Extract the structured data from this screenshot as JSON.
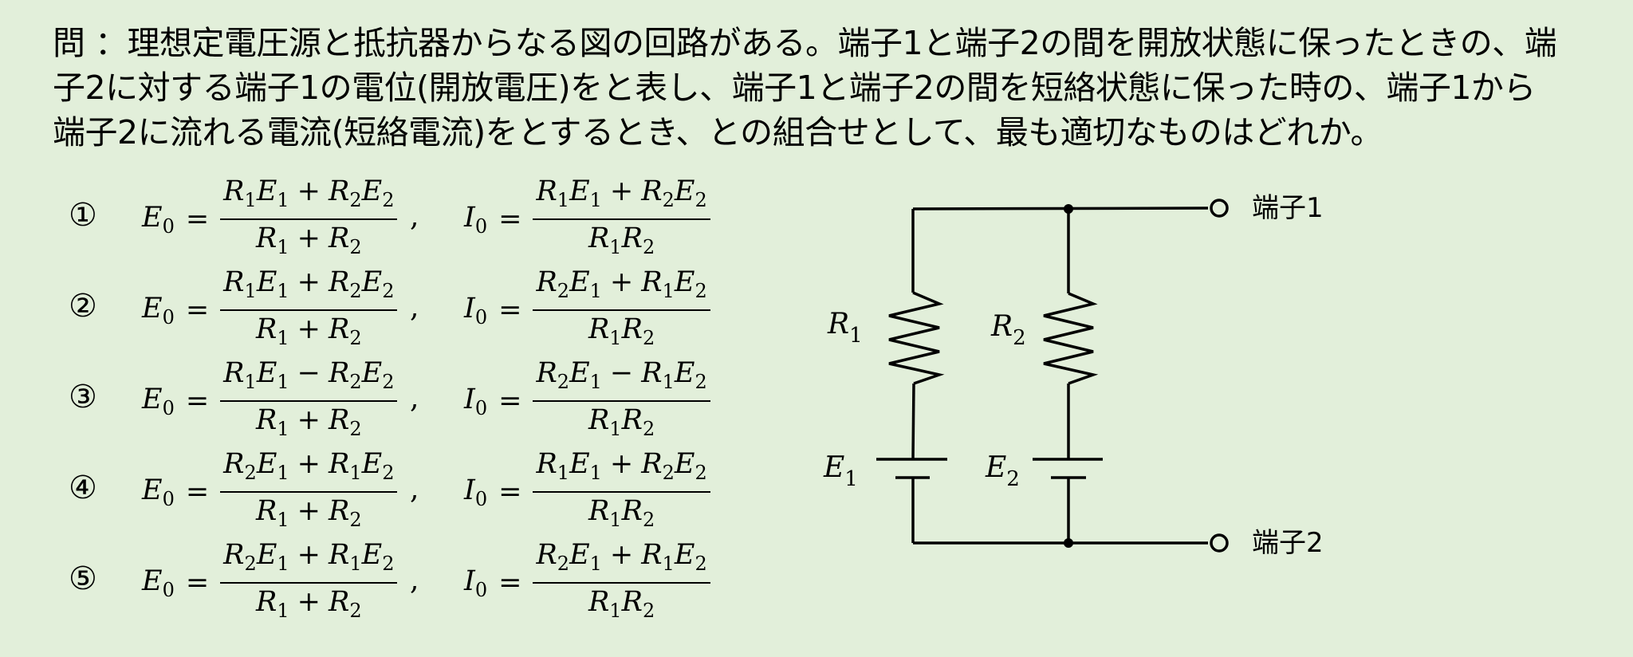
{
  "question": {
    "lines": [
      "問 ：理想定電圧源と抵抗器からなる図の回路がある。端子1と端子2の間を開放状態に保ったときの、端",
      "子2に対する端子1の電位(開放電圧)をと表し、端子1と端子2の間を短絡状態に保った時の、端子1から",
      "端子2に流れる電流(短絡電流)をとするとき、との組合せとして、最も適切なものはどれか。"
    ]
  },
  "options": [
    {
      "number": "①",
      "e0_num": [
        "R",
        "1",
        "E",
        "1",
        "+",
        "R",
        "2",
        "E",
        "2"
      ],
      "e0_den": [
        "R",
        "1",
        "+",
        "R",
        "2"
      ],
      "i0_num": [
        "R",
        "1",
        "E",
        "1",
        "+",
        "R",
        "2",
        "E",
        "2"
      ],
      "i0_den": [
        "R",
        "1",
        "R",
        "2"
      ]
    },
    {
      "number": "②",
      "e0_num": [
        "R",
        "1",
        "E",
        "1",
        "+",
        "R",
        "2",
        "E",
        "2"
      ],
      "e0_den": [
        "R",
        "1",
        "+",
        "R",
        "2"
      ],
      "i0_num": [
        "R",
        "2",
        "E",
        "1",
        "+",
        "R",
        "1",
        "E",
        "2"
      ],
      "i0_den": [
        "R",
        "1",
        "R",
        "2"
      ]
    },
    {
      "number": "③",
      "e0_num": [
        "R",
        "1",
        "E",
        "1",
        "−",
        "R",
        "2",
        "E",
        "2"
      ],
      "e0_den": [
        "R",
        "1",
        "+",
        "R",
        "2"
      ],
      "i0_num": [
        "R",
        "2",
        "E",
        "1",
        "−",
        "R",
        "1",
        "E",
        "2"
      ],
      "i0_den": [
        "R",
        "1",
        "R",
        "2"
      ]
    },
    {
      "number": "④",
      "e0_num": [
        "R",
        "2",
        "E",
        "1",
        "+",
        "R",
        "1",
        "E",
        "2"
      ],
      "e0_den": [
        "R",
        "1",
        "+",
        "R",
        "2"
      ],
      "i0_num": [
        "R",
        "1",
        "E",
        "1",
        "+",
        "R",
        "2",
        "E",
        "2"
      ],
      "i0_den": [
        "R",
        "1",
        "R",
        "2"
      ]
    },
    {
      "number": "⑤",
      "e0_num": [
        "R",
        "2",
        "E",
        "1",
        "+",
        "R",
        "1",
        "E",
        "2"
      ],
      "e0_den": [
        "R",
        "1",
        "+",
        "R",
        "2"
      ],
      "i0_num": [
        "R",
        "2",
        "E",
        "1",
        "+",
        "R",
        "1",
        "E",
        "2"
      ],
      "i0_den": [
        "R",
        "1",
        "R",
        "2"
      ]
    }
  ],
  "lhs": {
    "e0": {
      "base": "E",
      "sub": "0"
    },
    "i0": {
      "base": "I",
      "sub": "0"
    },
    "equals": "=",
    "separator": ","
  },
  "circuit": {
    "terminal1": "端子1",
    "terminal2": "端子2",
    "r1": {
      "base": "R",
      "sub": "1"
    },
    "r2": {
      "base": "R",
      "sub": "2"
    },
    "e1": {
      "base": "E",
      "sub": "1"
    },
    "e2": {
      "base": "E",
      "sub": "2"
    }
  }
}
